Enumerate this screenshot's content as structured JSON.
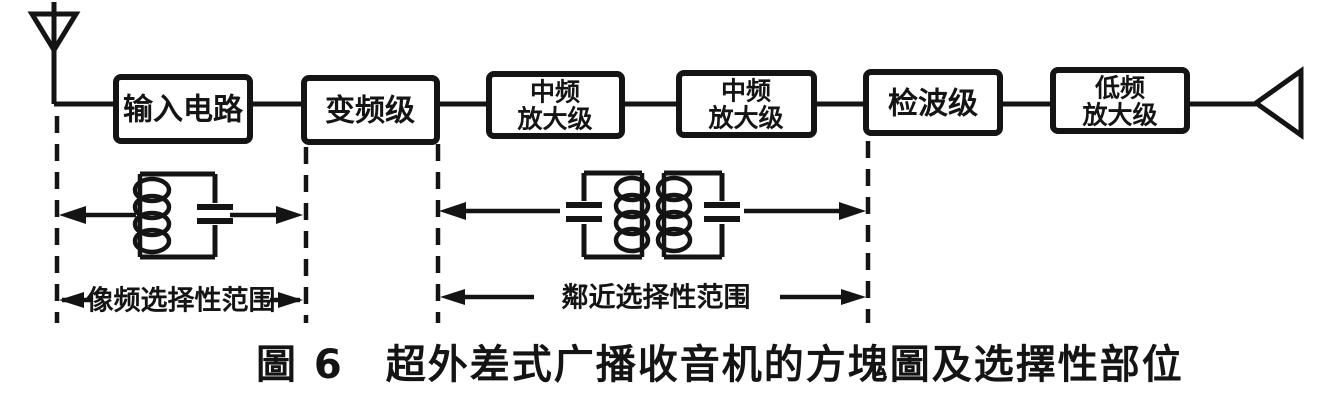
{
  "figure": {
    "caption_label": "圖 6",
    "caption_title": "超外差式广播收音机的方塊圖及选擇性部位"
  },
  "diagram": {
    "type": "block-diagram",
    "subject": "superheterodyne broadcast receiver signal chain",
    "blocks": [
      {
        "label": "输入电路"
      },
      {
        "label": "变频级"
      },
      {
        "lines": [
          "中频",
          "放大级"
        ]
      },
      {
        "lines": [
          "中频",
          "放大级"
        ]
      },
      {
        "label": "检波级"
      },
      {
        "lines": [
          "低频",
          "放大级"
        ]
      }
    ],
    "icons": {
      "input": "antenna-icon",
      "output": "speaker-icon",
      "tuned_circuit": "lc-tank-icon",
      "if_transformer": "coupled-lc-transformer-icon"
    },
    "selectivity_ranges": [
      {
        "label": "像频选择性范围"
      },
      {
        "label": "鄰近选择性范围"
      }
    ]
  },
  "colors": {
    "ink": "#141414",
    "background": "#ffffff"
  }
}
